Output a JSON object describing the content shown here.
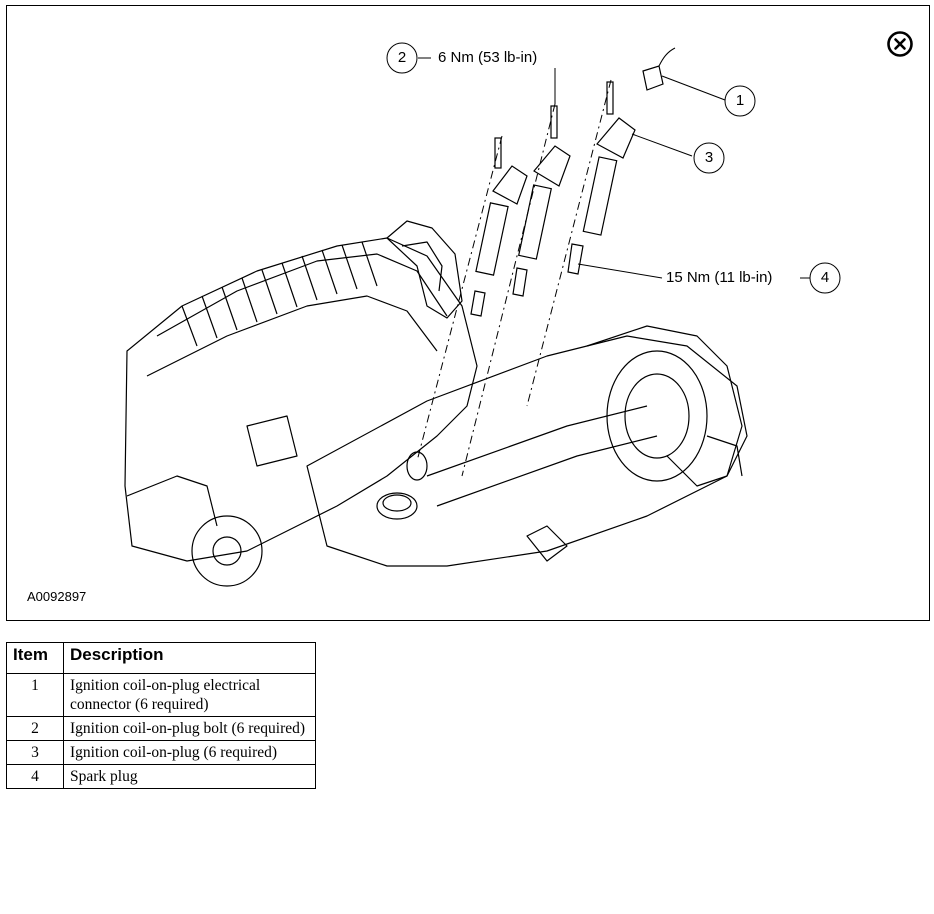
{
  "figure": {
    "id": "A0092897",
    "close_icon": "close-circle-icon"
  },
  "callouts": [
    {
      "number": "1",
      "text": ""
    },
    {
      "number": "2",
      "text": "6 Nm (53 lb-in)"
    },
    {
      "number": "3",
      "text": ""
    },
    {
      "number": "4",
      "text": "15 Nm (11 lb-in)"
    }
  ],
  "table": {
    "headers": {
      "item": "Item",
      "description": "Description"
    },
    "rows": [
      {
        "item": "1",
        "description": "Ignition coil-on-plug electrical connector (6 required)"
      },
      {
        "item": "2",
        "description": "Ignition coil-on-plug bolt (6 required)"
      },
      {
        "item": "3",
        "description": "Ignition coil-on-plug (6 required)"
      },
      {
        "item": "4",
        "description": "Spark plug"
      }
    ]
  },
  "colors": {
    "line": "#000000",
    "background": "#ffffff"
  }
}
